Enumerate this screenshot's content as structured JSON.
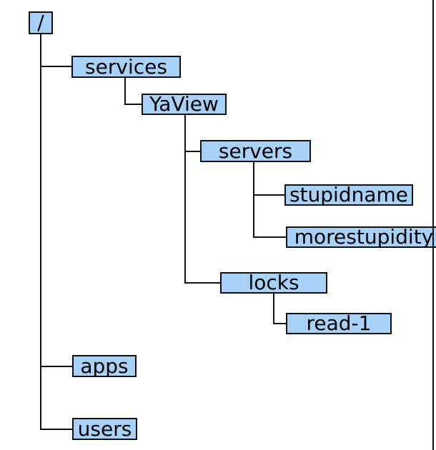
{
  "colors": {
    "background": "#ffffff",
    "node-fill": "#a7d1f7",
    "node-border": "#111111",
    "line-color": "#111111",
    "text-color": "#000000"
  },
  "diagram": {
    "type": "tree",
    "root": "/",
    "edges": [
      [
        "/",
        "services"
      ],
      [
        "services",
        "YaView"
      ],
      [
        "YaView",
        "servers"
      ],
      [
        "servers",
        "stupidname"
      ],
      [
        "servers",
        "morestupidity"
      ],
      [
        "YaView",
        "locks"
      ],
      [
        "locks",
        "read-1"
      ],
      [
        "/",
        "apps"
      ],
      [
        "/",
        "users"
      ]
    ]
  },
  "nodes": [
    {
      "label": "/"
    },
    {
      "label": "services"
    },
    {
      "label": "YaView"
    },
    {
      "label": "servers"
    },
    {
      "label": "stupidname"
    },
    {
      "label": "morestupidity"
    },
    {
      "label": "locks"
    },
    {
      "label": "read-1"
    },
    {
      "label": "apps"
    },
    {
      "label": "users"
    }
  ]
}
